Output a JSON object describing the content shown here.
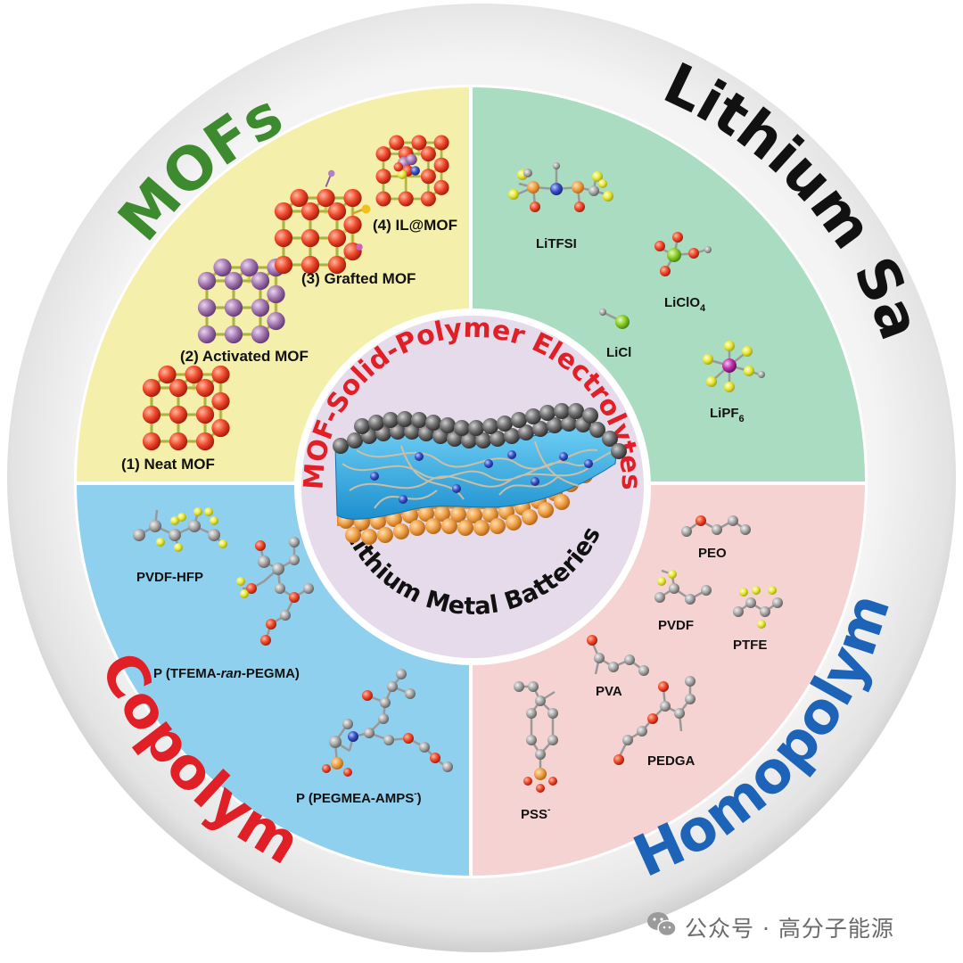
{
  "quadrants": {
    "mofs": {
      "title": "MOFs",
      "color": "#3e8a2e",
      "bg": "#f4efaa",
      "items": [
        "(4) IL@MOF",
        "(3) Grafted MOF",
        "(2) Activated MOF",
        "(1) Neat MOF"
      ]
    },
    "salts": {
      "title": "Lithium Salts",
      "color": "#111111",
      "bg": "#a9dcc0",
      "items": {
        "litfsi": "LiTFSI",
        "liclo_main": "LiClO",
        "liclo_sub": "4",
        "licl": "LiCl",
        "lipf_main": "LiPF",
        "lipf_sub": "6"
      }
    },
    "copolymer": {
      "title": "Copolymer",
      "color": "#e01f26",
      "bg": "#8fd0ee",
      "items": {
        "pvdf_hfp": "PVDF-HFP",
        "tfema_a": "P (TFEMA-",
        "tfema_b": "ran",
        "tfema_c": "-PEGMA)",
        "peg_main": "P (PEGMEA-AMPS",
        "peg_sup": "-",
        "peg_end": ")"
      }
    },
    "homopolymer": {
      "title": "Homopolymer",
      "color": "#1d63b8",
      "bg": "#f6d3d3",
      "items": {
        "peo": "PEO",
        "pvdf": "PVDF",
        "ptfe": "PTFE",
        "pva": "PVA",
        "pedga": "PEDGA",
        "pss_main": "PSS",
        "pss_sup": "-"
      }
    }
  },
  "center": {
    "top": "MOF-Solid-Polymer Electrolytes",
    "bottom": "Lithium Metal Batteries",
    "top_color": "#e01f26",
    "bottom_color": "#111111",
    "bg": "#e6dbea"
  },
  "watermark": "公众号 · 高分子能源"
}
